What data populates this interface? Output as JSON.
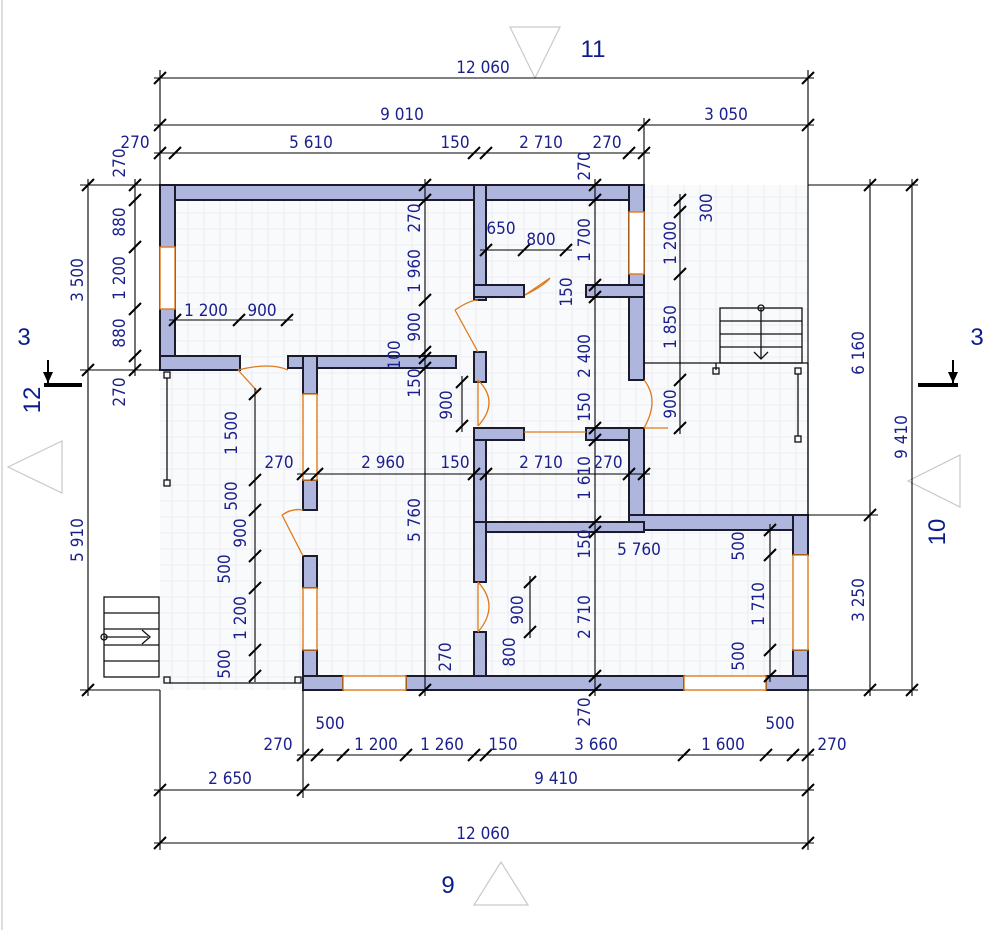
{
  "axes": {
    "top": "11",
    "bottom": "9",
    "left": "12",
    "right": "10",
    "section_left": "3",
    "section_right": "3"
  },
  "dims_top": {
    "overall": "12 060",
    "a": "9 010",
    "b": "3 050",
    "c1": "270",
    "c2": "5 610",
    "c3": "150",
    "c4": "2 710",
    "c5": "270"
  },
  "dims_bottom": {
    "r1a": "270",
    "r1b": "500",
    "r1c": "1 200",
    "r1d": "1 260",
    "r1e": "150",
    "r1f": "3 660",
    "r1g": "1 600",
    "r1h": "500",
    "r1i": "270",
    "r2a": "2 650",
    "r2b": "9 410",
    "overall": "12 060"
  },
  "dims_left": {
    "o1": "3 500",
    "o2": "5 910",
    "i1": "270",
    "i2": "880",
    "i3": "1 200",
    "i4": "880",
    "i5": "270",
    "p1": "1 500",
    "p2": "500",
    "p3": "900",
    "p4": "500",
    "p5": "1 200",
    "p6": "500"
  },
  "dims_right": {
    "o1": "6 160",
    "o2": "3 250",
    "overall": "9 410",
    "w1": "300",
    "w2": "1 200",
    "w3": "1 850",
    "w4": "900",
    "w5": "500",
    "w6": "1 710",
    "w7": "500"
  },
  "dims_interior": {
    "a1": "1 200",
    "a2": "900",
    "b1": "270",
    "b2": "2 960",
    "b3": "150",
    "b4": "2 710",
    "b5": "270",
    "c1": "650",
    "c2": "800",
    "c3": "5 760",
    "v1": "270",
    "v2": "1 960",
    "v3": "900",
    "v4": "100",
    "v5": "150",
    "v6": "900",
    "v7": "5 760",
    "v8": "270",
    "m1": "1 700",
    "m2": "150",
    "m3": "2 400",
    "m4": "150",
    "m5": "1 610",
    "m6": "150",
    "m7": "2 710",
    "m8": "270",
    "m9": "270",
    "d1": "900",
    "d2": "800"
  }
}
